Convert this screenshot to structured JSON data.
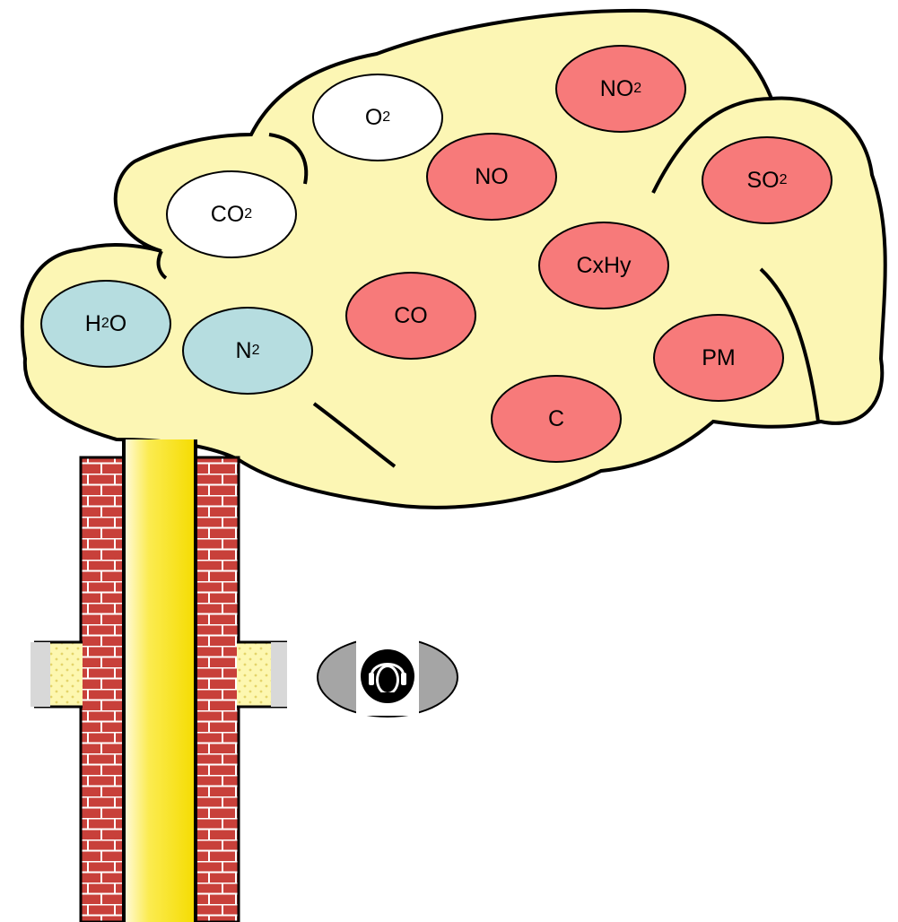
{
  "colors": {
    "smoke": "#fcf6b4",
    "chimney_core": "#f8e41c",
    "brick": "#c8403a",
    "mortar": "#ffffff",
    "harmful": "#f77a7a",
    "neutral": "#ffffff",
    "water_nitrogen": "#b6dde0",
    "sign_bg": "#a5a5a5"
  },
  "molecules": [
    {
      "id": "h2o",
      "base": "H",
      "sub": "2",
      "after": "O",
      "category": "water_nitrogen"
    },
    {
      "id": "n2",
      "base": "N",
      "sub": "2",
      "after": "",
      "category": "water_nitrogen"
    },
    {
      "id": "co2",
      "base": "CO",
      "sub": "2",
      "after": "",
      "category": "neutral"
    },
    {
      "id": "o2",
      "base": "O",
      "sub": "2",
      "after": "",
      "category": "neutral"
    },
    {
      "id": "no2",
      "base": "NO",
      "sub": "2",
      "after": "",
      "category": "harmful"
    },
    {
      "id": "no",
      "base": "NO",
      "sub": "",
      "after": "",
      "category": "harmful"
    },
    {
      "id": "so2",
      "base": "SO",
      "sub": "2",
      "after": "",
      "category": "harmful"
    },
    {
      "id": "cxhy",
      "base": "CxHy",
      "sub": "",
      "after": "",
      "category": "harmful"
    },
    {
      "id": "co",
      "base": "CO",
      "sub": "",
      "after": "",
      "category": "harmful"
    },
    {
      "id": "pm",
      "base": "PM",
      "sub": "",
      "after": "",
      "category": "harmful"
    },
    {
      "id": "c",
      "base": "C",
      "sub": "",
      "after": "",
      "category": "harmful"
    }
  ],
  "sign": {
    "icon": "ear-protection-icon"
  }
}
